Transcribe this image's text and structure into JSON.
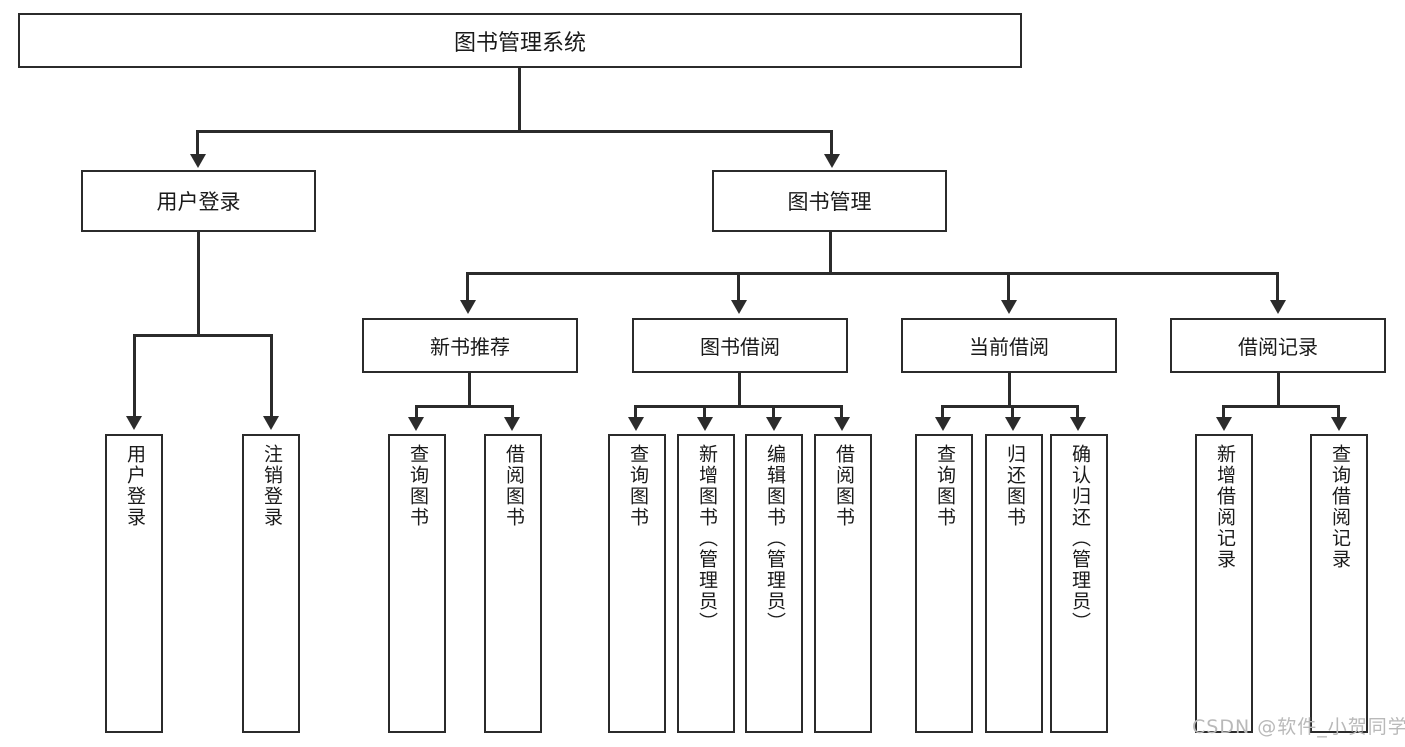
{
  "diagram": {
    "type": "tree-hierarchy-diagram",
    "root": {
      "label": "图书管理系统"
    },
    "level1": [
      {
        "label": "用户登录"
      },
      {
        "label": "图书管理"
      }
    ],
    "level2": [
      {
        "label": "新书推荐"
      },
      {
        "label": "图书借阅"
      },
      {
        "label": "当前借阅"
      },
      {
        "label": "借阅记录"
      }
    ],
    "leaves": [
      {
        "label": "用户登录"
      },
      {
        "label": "注销登录"
      },
      {
        "label": "查询图书"
      },
      {
        "label": "借阅图书"
      },
      {
        "label": "查询图书"
      },
      {
        "label": "新增图书（管理员）"
      },
      {
        "label": "编辑图书（管理员）"
      },
      {
        "label": "借阅图书"
      },
      {
        "label": "查询图书"
      },
      {
        "label": "归还图书"
      },
      {
        "label": "确认归还（管理员）"
      },
      {
        "label": "新增借阅记录"
      },
      {
        "label": "查询借阅记录"
      }
    ]
  },
  "watermark": {
    "text": "CSDN @软件_小贺同学"
  },
  "colors": {
    "box_border": "#2b2b2b",
    "box_fill": "#ffffff",
    "text": "#1a1a1a",
    "watermark": "#b9b9b9",
    "background": "#ffffff"
  }
}
